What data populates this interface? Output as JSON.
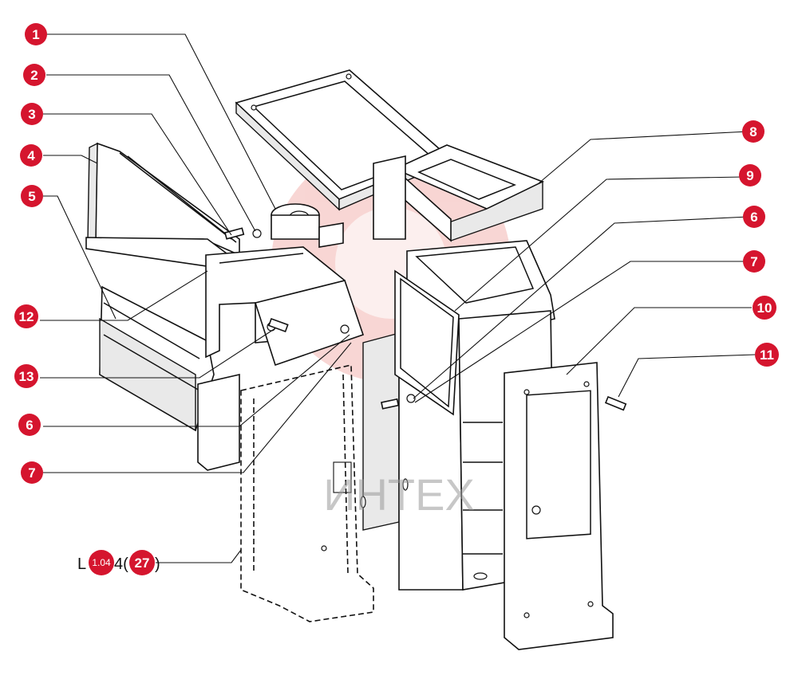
{
  "watermark": {
    "text": "ИНТЕХ"
  },
  "reference": {
    "prefix": "L",
    "suffix": "4(",
    "closing": ")"
  },
  "callouts": [
    {
      "id": "c1",
      "label": "1"
    },
    {
      "id": "c2",
      "label": "2"
    },
    {
      "id": "c3",
      "label": "3"
    },
    {
      "id": "c4",
      "label": "4"
    },
    {
      "id": "c5",
      "label": "5"
    },
    {
      "id": "c12",
      "label": "12"
    },
    {
      "id": "c13",
      "label": "13"
    },
    {
      "id": "c6a",
      "label": "6"
    },
    {
      "id": "c7a",
      "label": "7"
    },
    {
      "id": "c8",
      "label": "8"
    },
    {
      "id": "c9",
      "label": "9"
    },
    {
      "id": "c6b",
      "label": "6"
    },
    {
      "id": "c7b",
      "label": "7"
    },
    {
      "id": "c10",
      "label": "10"
    },
    {
      "id": "c11",
      "label": "11"
    },
    {
      "id": "c104",
      "label": "1.04"
    },
    {
      "id": "c27",
      "label": "27"
    }
  ],
  "colors": {
    "callout": "#d5152e",
    "line": "#111111",
    "watermark": "#e0443a"
  }
}
